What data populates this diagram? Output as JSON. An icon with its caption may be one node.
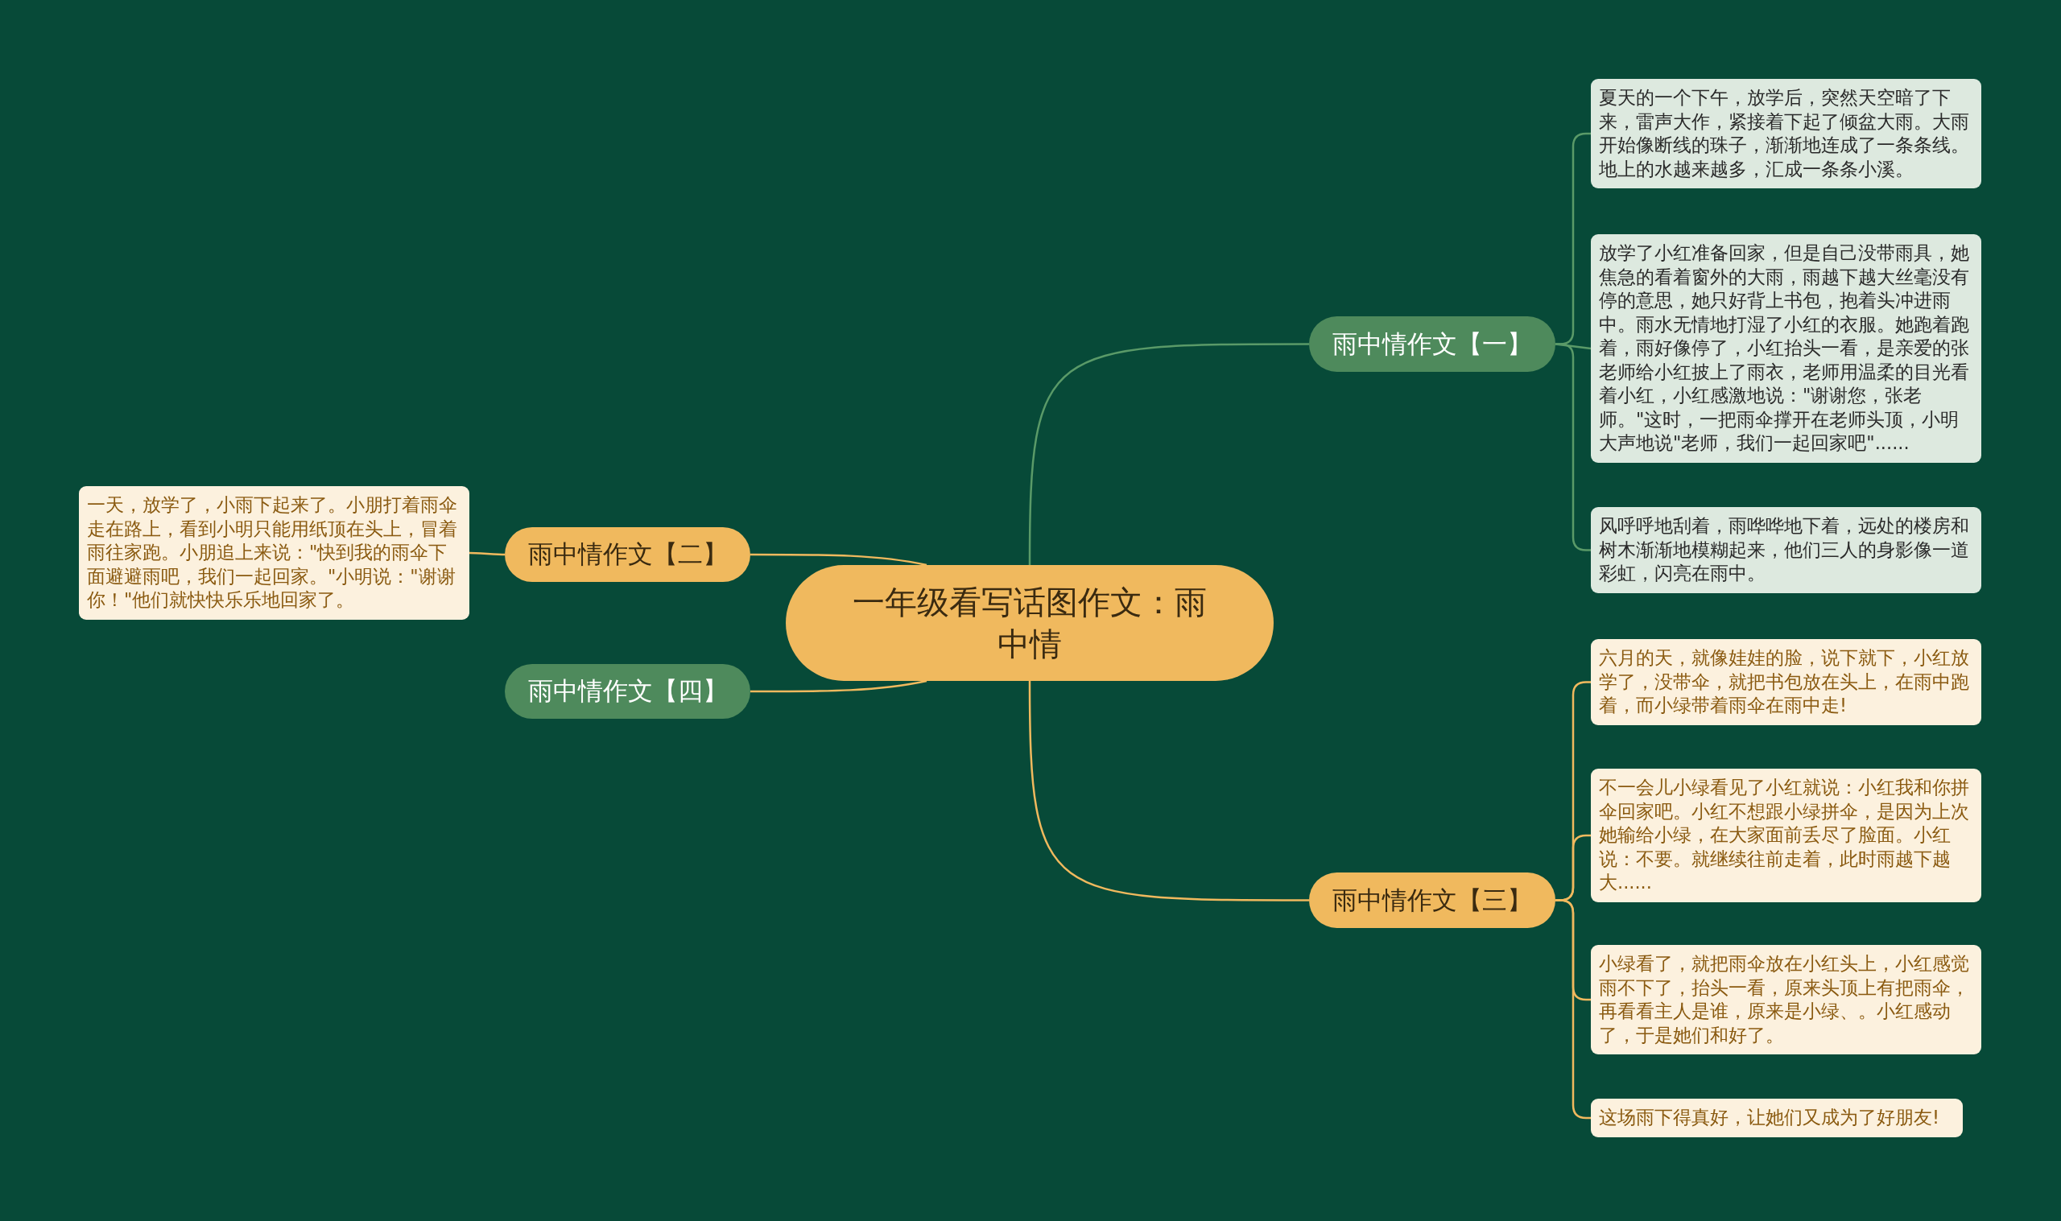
{
  "diagram": {
    "nodes": [
      {
        "text": [
          "一年级看写话图作文：雨中情"
        ]
      },
      {
        "text": [
          "雨中情作文【一】"
        ]
      },
      {
        "text": [
          "夏天的一个下午，放学后，突然天空暗了下来，雷声大作，紧接着下起了倾盆大雨。大雨开始像断线的珠子，渐渐地连成了一条条线。地上的水越来越多，汇成一条条小溪。"
        ]
      },
      {
        "text": [
          "放学了小红准备回家，但是自己没带雨具，她焦急的看着窗外的大雨，雨越下越大丝毫没有停的意思，她只好背上书包，抱着头冲进雨中。雨水无情地打湿了小红的衣服。她跑着跑着，雨好像停了，小红抬头一看，是亲爱的张老师给小红披上了雨衣，老师用温柔的目光看着小红，小红感激地说：\"谢谢您，张老师。\"这时，一把雨伞撑开在老师头顶，小明大声地说\"老师，我们一起回家吧\"......"
        ]
      },
      {
        "text": [
          "风呼呼地刮着，雨哗哗地下着，远处的楼房和树木渐渐地模糊起来，他们三人的身影像一道彩虹，闪亮在雨中。"
        ]
      },
      {
        "text": [
          "雨中情作文【三】"
        ]
      },
      {
        "text": [
          "六月的天，就像娃娃的脸，说下就下，小红放学了，没带伞，就把书包放在头上，在雨中跑着，而小绿带着雨伞在雨中走!"
        ]
      },
      {
        "text": [
          "不一会儿小绿看见了小红就说：小红我和你拼伞回家吧。小红不想跟小绿拼伞，是因为上次她输给小绿，在大家面前丢尽了脸面。小红说：不要。就继续往前走着，此时雨越下越大......"
        ]
      },
      {
        "text": [
          "小绿看了，就把雨伞放在小红头上，小红感觉雨不下了，抬头一看，原来头顶上有把雨伞，再看看主人是谁，原来是小绿、。小红感动了，于是她们和好了。"
        ]
      },
      {
        "text": [
          "这场雨下得真好，让她们又成为了好朋友!"
        ]
      },
      {
        "text": [
          "雨中情作文【二】"
        ]
      },
      {
        "text": [
          "一天，放学了，小雨下起来了。小朋打着雨伞走在路上，看到小明只能用纸顶在头上，冒着雨往家跑。小朋追上来说：\"快到我的雨伞下面避避雨吧，我们一起回家。\"小明说：\"谢谢你！\"他们就快快乐乐地回家了。"
        ]
      },
      {
        "text": [
          "雨中情作文【四】"
        ]
      }
    ],
    "edges": [
      {
        "from": 0,
        "to": 1,
        "arrow": "none",
        "color": "#5a9a68"
      },
      {
        "from": 1,
        "to": 2,
        "arrow": "none",
        "color": "#5a9a68"
      },
      {
        "from": 1,
        "to": 3,
        "arrow": "none",
        "color": "#5a9a68"
      },
      {
        "from": 1,
        "to": 4,
        "arrow": "none",
        "color": "#5a9a68"
      },
      {
        "from": 0,
        "to": 5,
        "arrow": "none"
      },
      {
        "from": 5,
        "to": 6,
        "arrow": "none"
      },
      {
        "from": 5,
        "to": 7,
        "arrow": "none"
      },
      {
        "from": 5,
        "to": 8,
        "arrow": "none"
      },
      {
        "from": 5,
        "to": 9,
        "arrow": "none"
      },
      {
        "from": 0,
        "to": 10,
        "arrow": "none"
      },
      {
        "from": 10,
        "to": 11,
        "arrow": "none"
      },
      {
        "from": 0,
        "to": 12,
        "arrow": "none"
      }
    ]
  }
}
